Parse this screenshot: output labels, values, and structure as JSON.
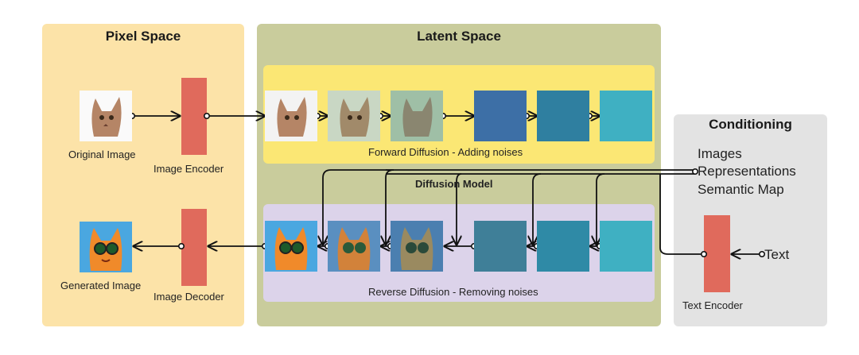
{
  "pixel_space": {
    "title": "Pixel Space",
    "original_image_label": "Original Image",
    "image_encoder_label": "Image Encoder",
    "generated_image_label": "Generated Image",
    "image_decoder_label": "Image Decoder"
  },
  "latent_space": {
    "title": "Latent Space",
    "forward_label": "Forward Diffusion - Adding noises",
    "diffusion_model_label": "Diffusion Model",
    "reverse_label": "Reverse Diffusion - Removing noises"
  },
  "conditioning": {
    "title": "Conditioning",
    "items": [
      "Images",
      "Representations",
      "Semantic Map"
    ],
    "text_label": "Text",
    "text_encoder_label": "Text Encoder"
  },
  "colors": {
    "pixel_panel": "#fce3a8",
    "latent_panel": "#c9cc9c",
    "conditioning_panel": "#e3e3e3",
    "forward_band": "#fbe774",
    "reverse_band": "#dcd3ea",
    "encoder": "#e06a5c"
  }
}
